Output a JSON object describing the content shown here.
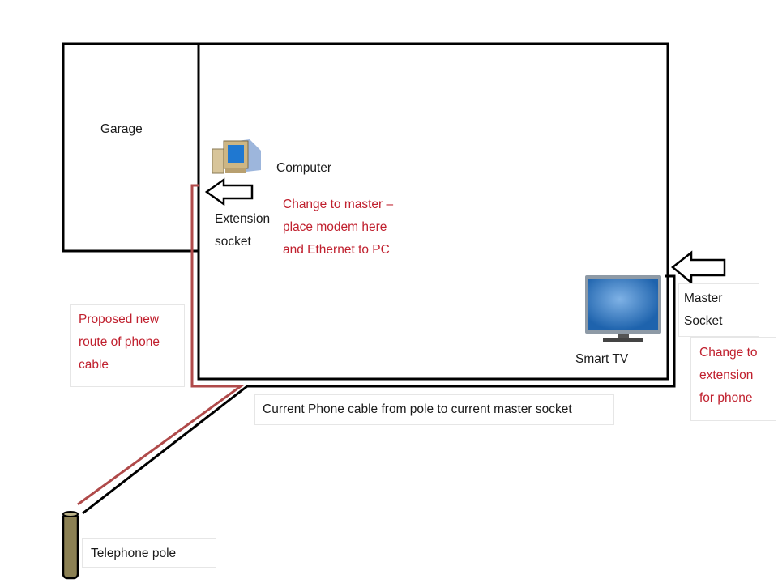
{
  "diagram": {
    "rooms": {
      "garage": "Garage"
    },
    "devices": {
      "computer": "Computer",
      "smart_tv": "Smart TV",
      "telephone_pole": "Telephone pole"
    },
    "sockets": {
      "extension_line1": "Extension",
      "extension_line2": "socket",
      "master_line1": "Master",
      "master_line2": "Socket"
    },
    "notes": {
      "change_to_master": [
        "Change to master –",
        "place modem here",
        "and Ethernet to PC"
      ],
      "change_to_extension": [
        "Change to",
        "extension",
        "for phone"
      ],
      "proposed_route": [
        "Proposed new",
        "route of phone",
        "cable"
      ],
      "current_cable": "Current Phone cable from pole to current master socket"
    },
    "colors": {
      "wall": "#000000",
      "proposed_cable": "#b04a4a",
      "note_text": "#c0202e",
      "pole": "#8b8053",
      "tv_screen": "#2a6fb8"
    }
  }
}
